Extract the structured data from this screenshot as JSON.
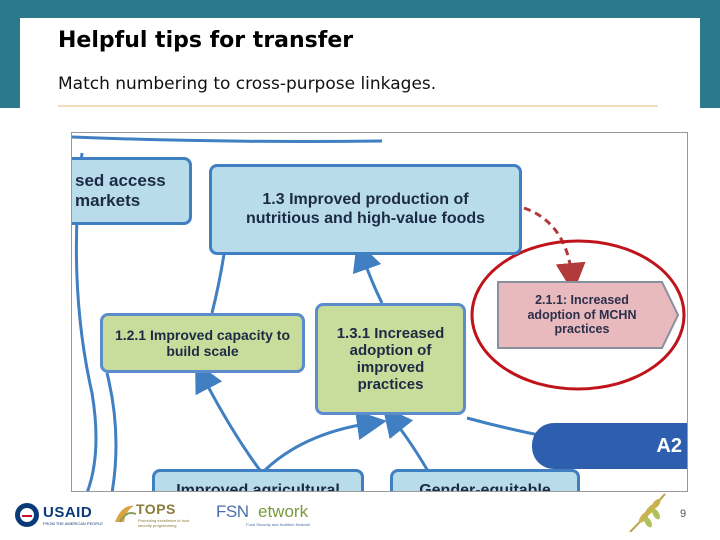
{
  "slide": {
    "title": "Helpful tips for transfer",
    "subtitle": "Match numbering to cross-purpose linkages.",
    "page_number": "9"
  },
  "diagram": {
    "box_access_markets": "sed access\nmarkets",
    "box_1_3": "1.3 Improved production of nutritious and high-value foods",
    "box_1_2_1": "1.2.1  Improved capacity to build scale",
    "box_1_3_1": "1.3.1 Increased adoption of improved practices",
    "box_2_1_1": "2.1.1: Increased adoption of MCHN practices",
    "box_improved_agricultural": "Improved agricultural",
    "box_gender_equitable": "Gender-equitable",
    "badge_a2": "A2"
  },
  "footer": {
    "usaid": "USAID",
    "usaid_tagline": "FROM THE AMERICAN PEOPLE",
    "tops": "TOPS",
    "tops_tagline": "Promoting excellence in food security programming",
    "fsn": "FSN",
    "fsn_suffix": "etwork",
    "fsn_tagline": "Food Security and Nutrition Network"
  },
  "colors": {
    "band": "#2b7a8c",
    "blue_box": "#b9dcea",
    "green_box": "#c8dc9c",
    "pink_box": "#e8b9bd",
    "highlight_circle": "#c0141c",
    "badge": "#2d5fae"
  },
  "icons": [
    "usaid-seal-icon",
    "tops-logo-icon",
    "wheat-icon"
  ]
}
